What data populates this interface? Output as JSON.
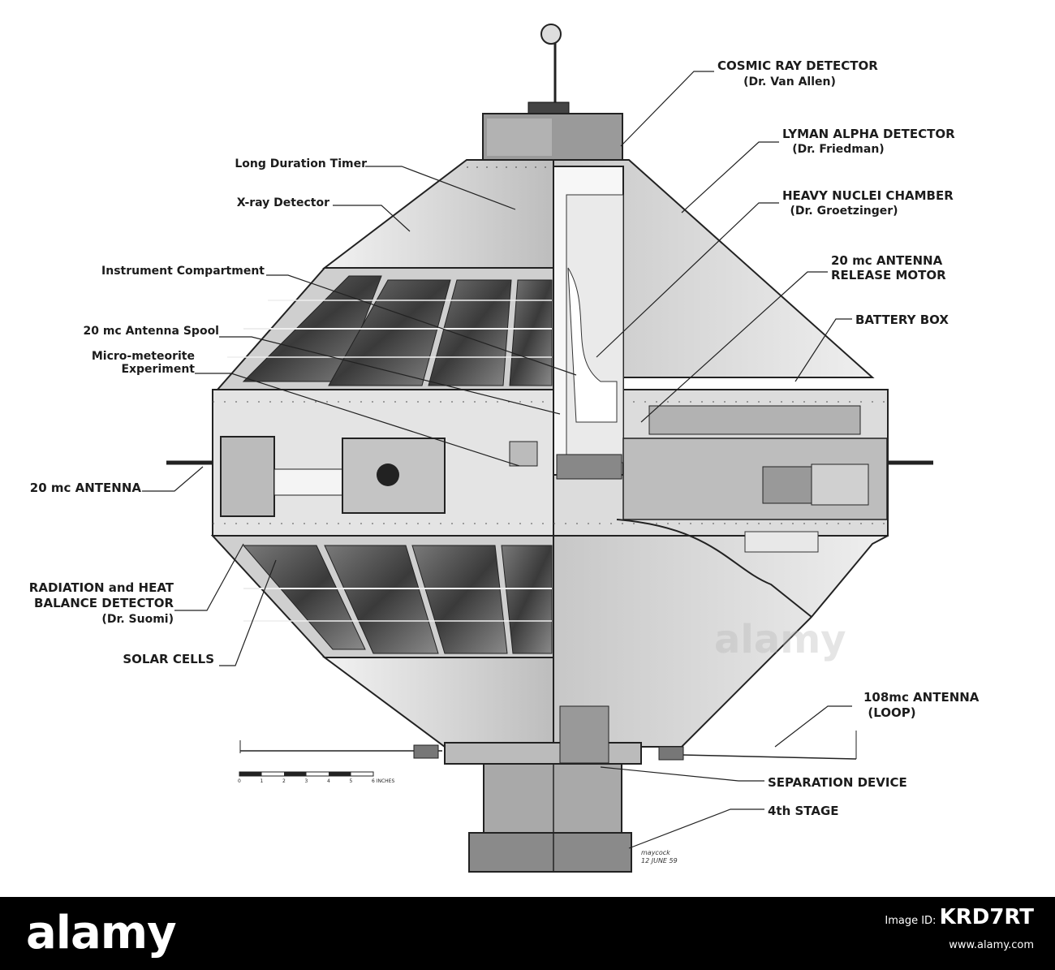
{
  "labels": {
    "cosmic_ray": "COSMIC RAY DETECTOR",
    "cosmic_ray_credit": "(Dr. Van Allen)",
    "lyman": "LYMAN ALPHA DETECTOR",
    "lyman_credit": "(Dr. Friedman)",
    "heavy_nuclei": "HEAVY NUCLEI CHAMBER",
    "heavy_nuclei_credit": "(Dr. Groetzinger)",
    "antenna_motor_1": "20 mc ANTENNA",
    "antenna_motor_2": "RELEASE MOTOR",
    "battery_box": "BATTERY BOX",
    "timer": "Long Duration Timer",
    "xray": "X-ray Detector",
    "instrument": "Instrument Compartment",
    "spool": "20 mc Antenna Spool",
    "micro_1": "Micro-meteorite",
    "micro_2": "Experiment",
    "antenna_20": "20 mc   ANTENNA",
    "radiation_1": "RADIATION and HEAT",
    "radiation_2": "BALANCE DETECTOR",
    "radiation_credit": "(Dr. Suomi)",
    "solar": "SOLAR  CELLS",
    "loop_1": "108mc ANTENNA",
    "loop_2": "(LOOP)",
    "separation": "SEPARATION DEVICE",
    "stage4": "4th STAGE"
  },
  "scale": {
    "ticks": [
      "0",
      "1",
      "2",
      "3",
      "4",
      "5",
      "6 INCHES"
    ]
  },
  "signature": {
    "name": "maycock",
    "date": "12 JUNE 59"
  },
  "watermark": "alamy",
  "footer": {
    "logo": "alamy",
    "image_id_label": "Image ID: ",
    "image_id": "KRD7RT",
    "url": "www.alamy.com"
  }
}
